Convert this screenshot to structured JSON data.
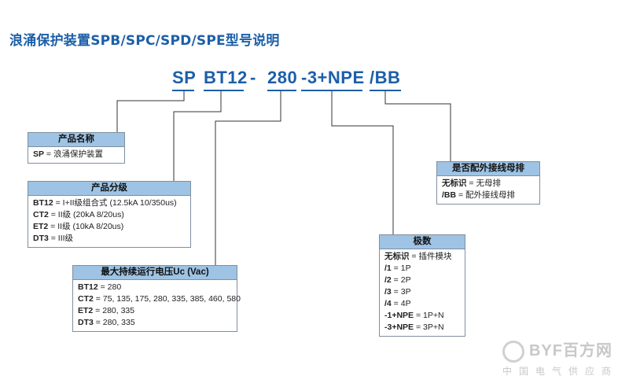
{
  "title": "浪涌保护装置SPB/SPC/SPD/SPE型号说明",
  "code": {
    "sp": "SP",
    "bt12": "BT12",
    "dash": "-",
    "v280": "280",
    "npe": "-3+NPE",
    "bb": "/BB"
  },
  "boxes": {
    "product_name": {
      "header": "产品名称",
      "rows": [
        {
          "key": "SP",
          "text": " = 浪涌保护装置"
        }
      ]
    },
    "product_class": {
      "header": "产品分级",
      "rows": [
        {
          "key": "BT12",
          "text": " = I+II级组合式 (12.5kA 10/350us)"
        },
        {
          "key": "CT2",
          "text": " = II级 (20kA 8/20us)"
        },
        {
          "key": "ET2",
          "text": " = II级 (10kA 8/20us)"
        },
        {
          "key": "DT3",
          "text": " = III级"
        }
      ]
    },
    "voltage": {
      "header": "最大持续运行电压Uc (Vac)",
      "rows": [
        {
          "key": "BT12",
          "text": " = 280"
        },
        {
          "key": "CT2",
          "text": " = 75, 135, 175, 280, 335, 385, 460, 580"
        },
        {
          "key": "ET2",
          "text": " = 280, 335"
        },
        {
          "key": "DT3",
          "text": " = 280, 335"
        }
      ]
    },
    "poles": {
      "header": "极数",
      "rows": [
        {
          "key": "无标识",
          "text": " = 插件模块"
        },
        {
          "key": "/1",
          "text": " = 1P"
        },
        {
          "key": "/2",
          "text": " = 2P"
        },
        {
          "key": "/3",
          "text": " = 3P"
        },
        {
          "key": "/4",
          "text": " = 4P"
        },
        {
          "key": "-1+NPE",
          "text": " = 1P+N"
        },
        {
          "key": "-3+NPE",
          "text": " = 3P+N"
        }
      ]
    },
    "busbar": {
      "header": "是否配外接线母排",
      "rows": [
        {
          "key": "无标识",
          "text": " = 无母排"
        },
        {
          "key": "/BB",
          "text": " = 配外接线母排"
        }
      ]
    }
  },
  "watermark": {
    "logo": "BYF百方网",
    "sub": "中国电气供应商"
  },
  "colors": {
    "brand_blue": "#1c5fa8",
    "header_fill": "#9ec3e4",
    "box_border": "#7f8f9f",
    "line": "#333333"
  }
}
